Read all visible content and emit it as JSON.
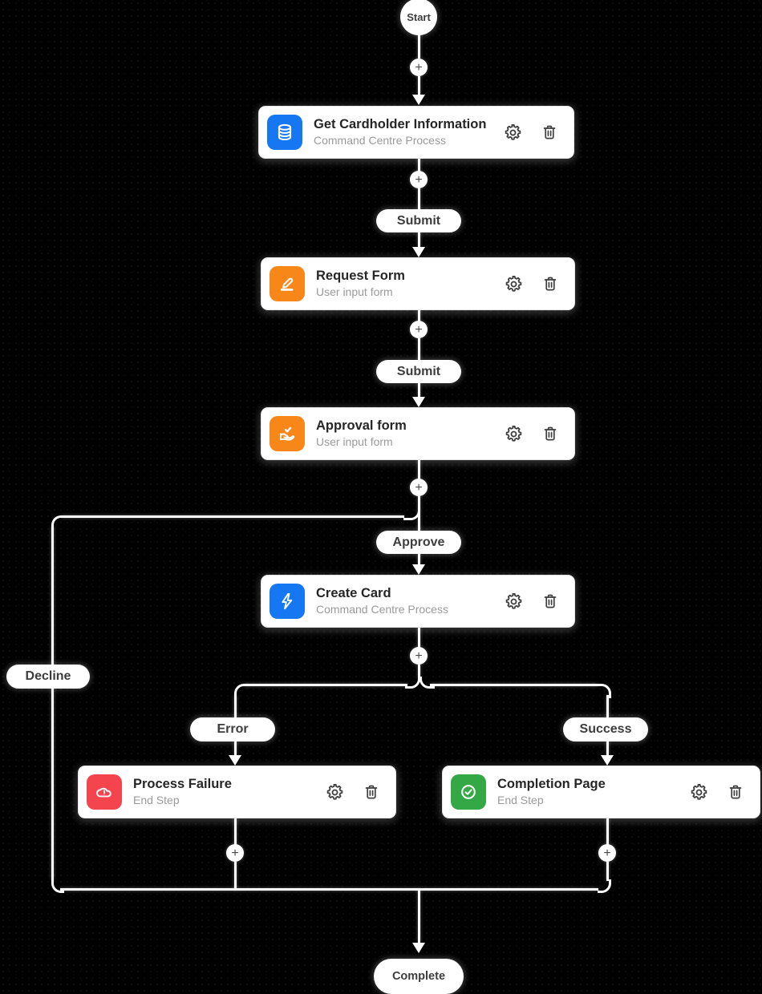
{
  "colors": {
    "background": "#000000",
    "card_background": "#ffffff",
    "title_text": "#262626",
    "subtitle_text": "#9a9a9a",
    "pill_text": "#3d3d3d",
    "connector_line": "#ffffff",
    "node_blue": "#1677F2",
    "node_orange": "#F8871A",
    "node_red": "#F4454E",
    "node_green": "#34A845"
  },
  "flow": {
    "start_label": "Start",
    "complete_label": "Complete",
    "plus_label": "+",
    "transitions": {
      "submit_1": "Submit",
      "submit_2": "Submit",
      "approve": "Approve",
      "decline": "Decline",
      "error": "Error",
      "success": "Success"
    },
    "nodes": [
      {
        "title": "Get Cardholder Information",
        "subtitle": "Command Centre Process",
        "icon": "database-icon",
        "color": "#1677F2"
      },
      {
        "title": "Request Form",
        "subtitle": "User input form",
        "icon": "pencil-edit-icon",
        "color": "#F8871A"
      },
      {
        "title": "Approval form",
        "subtitle": "User input form",
        "icon": "hand-check-icon",
        "color": "#F8871A"
      },
      {
        "title": "Create Card",
        "subtitle": "Command Centre Process",
        "icon": "lightning-icon",
        "color": "#1677F2"
      },
      {
        "title": "Process Failure",
        "subtitle": "End Step",
        "icon": "cloud-error-icon",
        "color": "#F4454E"
      },
      {
        "title": "Completion Page",
        "subtitle": "End Step",
        "icon": "check-circle-icon",
        "color": "#34A845"
      }
    ]
  }
}
